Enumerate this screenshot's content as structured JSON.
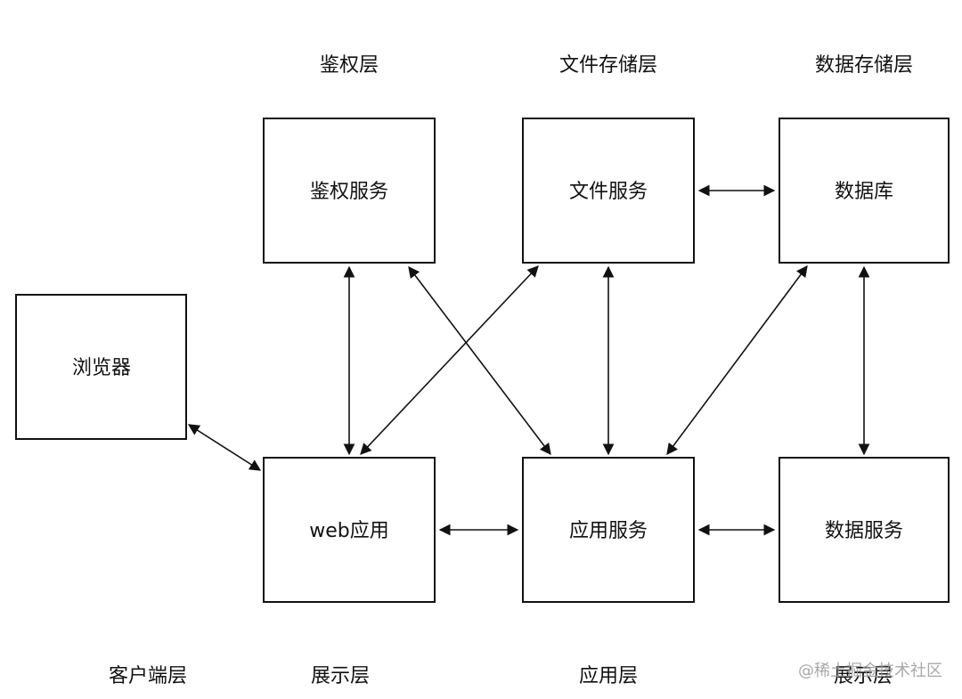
{
  "layers_top": {
    "auth": "鉴权层",
    "file_storage": "文件存储层",
    "data_storage": "数据存储层"
  },
  "layers_bottom": {
    "client": "客户端层",
    "presentation": "展示层",
    "application": "应用层",
    "presentation_right": "展示层"
  },
  "nodes": {
    "auth_service": "鉴权服务",
    "file_service": "文件服务",
    "database": "数据库",
    "browser": "浏览器",
    "web_app": "web应用",
    "app_service": "应用服务",
    "data_service": "数据服务"
  },
  "watermark": "@稀土掘金技术社区"
}
